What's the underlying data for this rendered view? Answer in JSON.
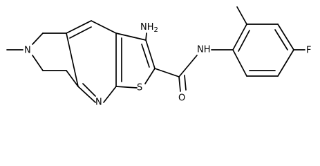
{
  "molecule": {
    "atoms": {
      "amine": "NH",
      "amine_sub": "2",
      "amide_nh": "NH",
      "carbonyl_o": "O",
      "fluoro": "F",
      "pyridine_n": "N",
      "thiophene_s": "S",
      "piperidine_n": "N"
    }
  }
}
